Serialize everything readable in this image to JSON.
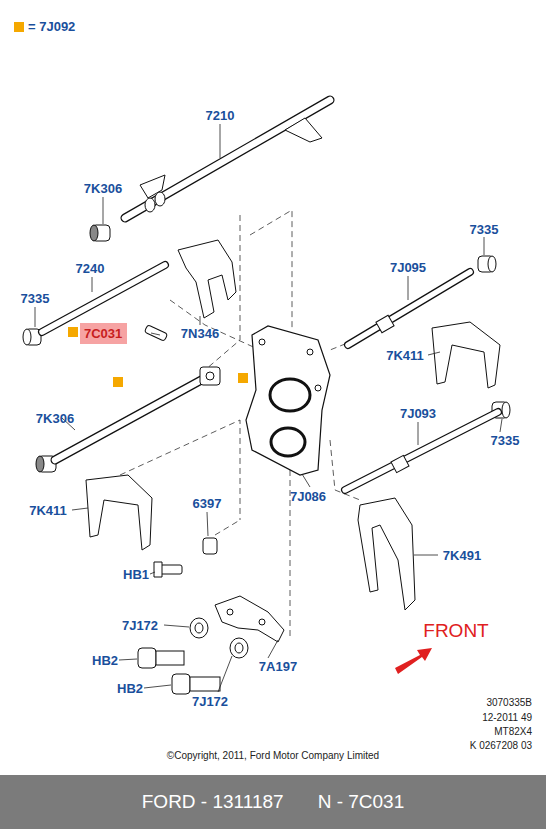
{
  "diagram": {
    "nodes": [
      {
        "text": [
          "7C031"
        ]
      },
      {
        "text": [
          "FORD - 1311187",
          "N - 7C031"
        ]
      }
    ],
    "labels": [
      "7210",
      "7K306",
      "7240",
      "7335",
      "7N346",
      "7J095",
      "7335",
      "7K411",
      "7K306",
      "7J093",
      "7335",
      "7K411",
      "6397",
      "7J086",
      "7K491",
      "HB1",
      "7J172",
      "7A197",
      "HB2",
      "HB2",
      "7J172",
      "FRONT",
      "3070335B",
      "12-2011 49",
      "MT82X4",
      "K 0267208 03",
      "©Copyright, 2011, Ford Motor Company Limited"
    ],
    "legend": [
      {
        "text": "= 7J092",
        "color": "#f5a800"
      }
    ]
  }
}
